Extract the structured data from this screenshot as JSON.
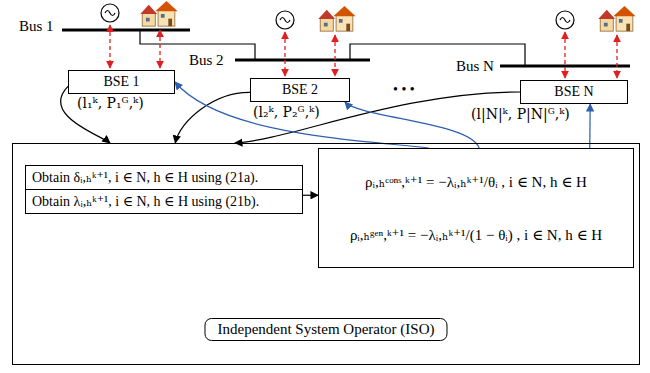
{
  "diagram": {
    "nodes": [
      {
        "text": [
          "BSE 1"
        ]
      },
      {
        "text": [
          "BSE 2"
        ]
      },
      {
        "text": [
          "BSE N"
        ]
      },
      {
        "text": [
          "Independent System Operator (ISO)"
        ]
      },
      {
        "text": [
          "Obtain δᵢ,ₕᵏ⁺¹, i ∈ N, h ∈ H using (21a)."
        ],
        "in": 3
      },
      {
        "text": [
          "Obtain λᵢ,ₕᵏ⁺¹, i ∈ N, h ∈ H using (21b)."
        ],
        "in": 3
      },
      {
        "text": [
          "ρᵢ,ₕᶜᵒⁿˢ,ᵏ⁺¹ = −λᵢ,ₕᵏ⁺¹/θᵢ , i ∈ N, h ∈ H",
          "ρᵢ,ₕᵍᵉⁿ,ᵏ⁺¹ = −λᵢ,ₕᵏ⁺¹/(1 − θᵢ) , i ∈ N, h ∈ H"
        ],
        "in": 3
      }
    ],
    "edges": [
      {
        "from": 0,
        "to": 3,
        "arrow": "to"
      },
      {
        "from": 1,
        "to": 3,
        "arrow": "to"
      },
      {
        "from": 2,
        "to": 3,
        "arrow": "to"
      },
      {
        "from": 6,
        "to": 0,
        "arrow": "to"
      },
      {
        "from": 6,
        "to": 1,
        "arrow": "to"
      },
      {
        "from": 6,
        "to": 2,
        "arrow": "to"
      },
      {
        "from": 5,
        "to": 6,
        "arrow": "to"
      }
    ],
    "labels": [
      "Bus 1",
      "Bus 2",
      "Bus N",
      "• • •",
      "(l₁ᵏ, P₁ᴳ,ᵏ)",
      "(l₂ᵏ, P₂ᴳ,ᵏ)",
      "(l|N|ᵏ, P|N|ᴳ,ᵏ)"
    ]
  }
}
